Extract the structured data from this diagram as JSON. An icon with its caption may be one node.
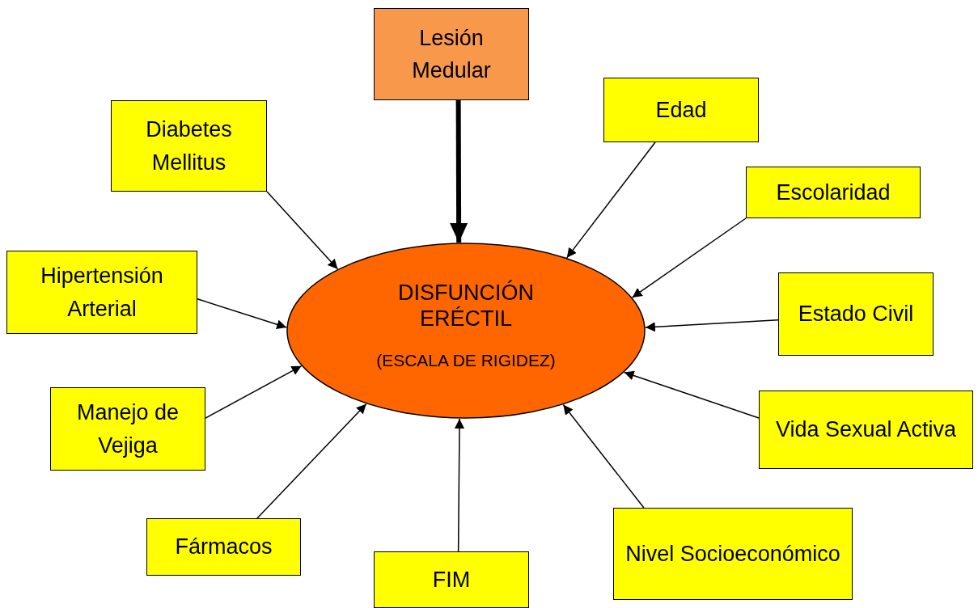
{
  "diagram": {
    "nodes": [
      {
        "text": [
          "Lesión Medular"
        ]
      },
      {
        "text": [
          "Edad"
        ]
      },
      {
        "text": [
          "Diabetes Mellitus"
        ]
      },
      {
        "text": [
          "Escolaridad"
        ]
      },
      {
        "text": [
          "DISFUNCIÓN ERÉCTIL",
          "(ESCALA DE RIGIDEZ)"
        ]
      },
      {
        "text": [
          "Hipertensión Arterial"
        ]
      },
      {
        "text": [
          "Estado Civil"
        ]
      },
      {
        "text": [
          "Manejo de Vejiga"
        ]
      },
      {
        "text": [
          "Vida Sexual Activa"
        ]
      },
      {
        "text": [
          "Nivel Socioeconómico"
        ]
      },
      {
        "text": [
          "Fármacos"
        ]
      },
      {
        "text": [
          "FIM"
        ]
      }
    ],
    "edges": [
      {
        "from": 0,
        "to": 4,
        "arrow": "to",
        "style": "thick"
      },
      {
        "from": 1,
        "to": 4,
        "arrow": "to"
      },
      {
        "from": 2,
        "to": 4,
        "arrow": "to"
      },
      {
        "from": 3,
        "to": 4,
        "arrow": "to"
      },
      {
        "from": 5,
        "to": 4,
        "arrow": "to"
      },
      {
        "from": 6,
        "to": 4,
        "arrow": "to"
      },
      {
        "from": 7,
        "to": 4,
        "arrow": "to"
      },
      {
        "from": 8,
        "to": 4,
        "arrow": "to"
      },
      {
        "from": 9,
        "to": 4,
        "arrow": "to"
      },
      {
        "from": 10,
        "to": 4,
        "arrow": "to"
      },
      {
        "from": 11,
        "to": 4,
        "arrow": "to"
      }
    ]
  }
}
